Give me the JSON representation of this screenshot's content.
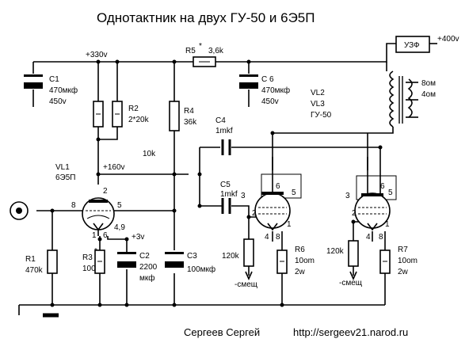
{
  "title": "Однотактник на двух ГУ-50 и 6Э5П",
  "footer": {
    "author": "Сергеев Сергей",
    "url": "http://sergeev21.narod.ru"
  },
  "labels": {
    "plus330": "+330v",
    "plus400": "+400v",
    "plus160": "+160v",
    "plus3": "+3v",
    "v49": "4,9",
    "r10k": "10k",
    "c1_name": "C1",
    "c1_val": "470мкф",
    "c1_volt": "450v",
    "r5_name": "R5",
    "r5_star": "*",
    "r5_val": "3,6k",
    "c6_name": "C 6",
    "c6_val": "470мкф",
    "c6_volt": "450v",
    "uzf": "УЗФ",
    "ohm8": "8ом",
    "ohm4": "4ом",
    "r2_name": "R2",
    "r2_val": "2*20k",
    "r4_name": "R4",
    "r4_val": "36k",
    "vl_out1": "VL2",
    "vl_out2": "VL3",
    "vl_out3": "ГУ-50",
    "c4_name": "C4",
    "c4_val": "1mkf",
    "c5_name": "C5",
    "c5_val": "1mkf",
    "vl1_name": "VL1",
    "vl1_type": "6Э5П",
    "r1_name": "R1",
    "r1_val": "470k",
    "r3_name": "R3",
    "r3_star": "*",
    "r3_val": "100",
    "c2_name": "C2",
    "c2_val": "2200",
    "c2_unit": "мкф",
    "c3_name": "C3",
    "c3_val": "100мкф",
    "r120k_a": "120k",
    "r120k_b": "120k",
    "bias_a": "-смещ",
    "bias_b": "-смещ",
    "r6_name": "R6",
    "r6_val": "10om",
    "r6_w": "2w",
    "r7_name": "R7",
    "r7_val": "10om",
    "r7_w": "2w",
    "pin_vl1_2": "2",
    "pin_vl1_8": "8",
    "pin_vl1_5": "5",
    "pin_vl1_1": "1",
    "pin_vl1_6": "6",
    "pin_vl2_3": "3",
    "pin_vl2_6": "6",
    "pin_vl2_5": "5",
    "pin_vl2_2": "2",
    "pin_vl2_1": "1",
    "pin_vl2_4": "4",
    "pin_vl2_8": "8",
    "pin_vl3_3": "3",
    "pin_vl3_6": "6",
    "pin_vl3_5": "5",
    "pin_vl3_2": "2",
    "pin_vl3_1": "1",
    "pin_vl3_4": "4",
    "pin_vl3_8": "8"
  }
}
